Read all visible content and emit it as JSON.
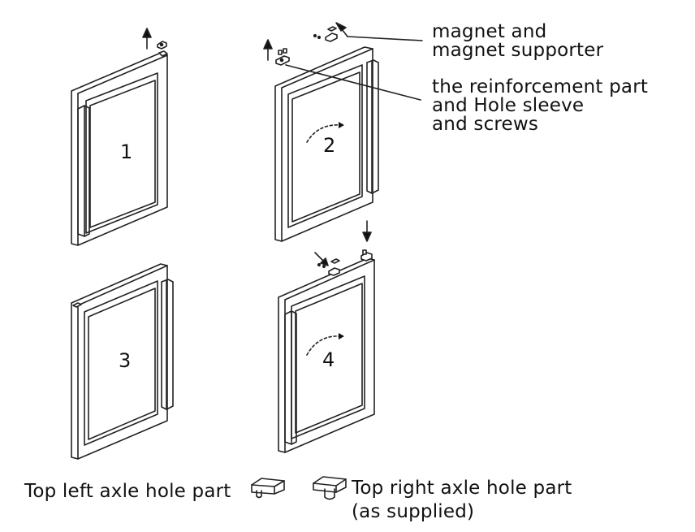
{
  "callouts": {
    "magnet_line1": "magnet and",
    "magnet_line2": "magnet supporter",
    "reinforcement_line1": "the reinforcement part",
    "reinforcement_line2": "and Hole sleeve",
    "reinforcement_line3": "and screws"
  },
  "doors": [
    {
      "number": "1"
    },
    {
      "number": "2"
    },
    {
      "number": "3"
    },
    {
      "number": "4"
    }
  ],
  "legend": {
    "top_left": "Top left axle hole part",
    "top_right_line1": "Top right axle hole part",
    "top_right_line2": "(as supplied)"
  }
}
